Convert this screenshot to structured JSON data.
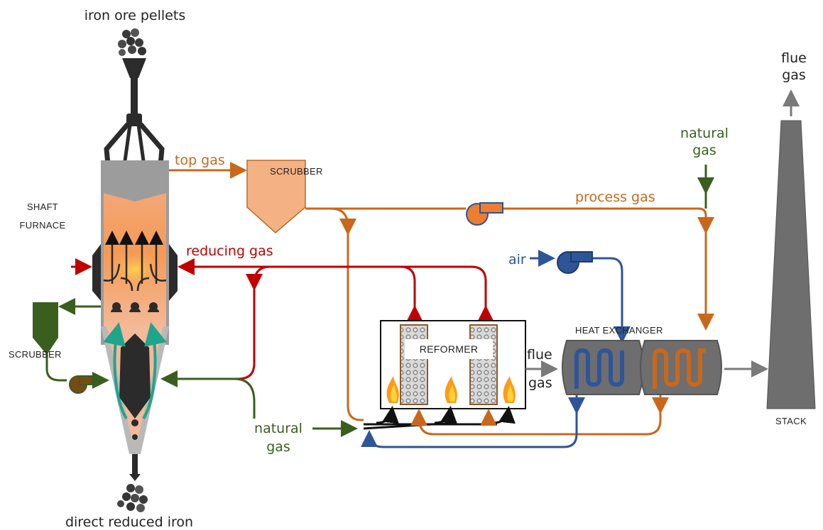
{
  "labels": {
    "iron_ore_pellets": "iron ore pellets",
    "direct_reduced_iron": "direct reduced iron",
    "shaft_furnace_line1": "SHAFT",
    "shaft_furnace_line2": "FURNACE",
    "top_gas": "top gas",
    "scrubber_top": "SCRUBBER",
    "scrubber_left": "SCRUBBER",
    "process_gas": "process gas",
    "reducing_gas": "reducing gas",
    "natural_gas_top_line1": "natural",
    "natural_gas_top_line2": "gas",
    "natural_gas_bottom_line1": "natural",
    "natural_gas_bottom_line2": "gas",
    "air": "air",
    "reformer": "REFORMER",
    "flue_gas_reformer_line1": "flue",
    "flue_gas_reformer_line2": "gas",
    "heat_exchanger": "HEAT EXCHANGER",
    "flue_gas_stack_line1": "flue",
    "flue_gas_stack_line2": "gas",
    "stack": "STACK"
  },
  "colors": {
    "orange": "#c8681c",
    "red": "#c00000",
    "green": "#3a5e1e",
    "blue": "#2e5597",
    "furnace_fill": "#f2a070",
    "scrubber_fill": "#f4b183",
    "stack_fill": "#6e6e6e",
    "exchanger_fill": "#6e6e6e"
  }
}
